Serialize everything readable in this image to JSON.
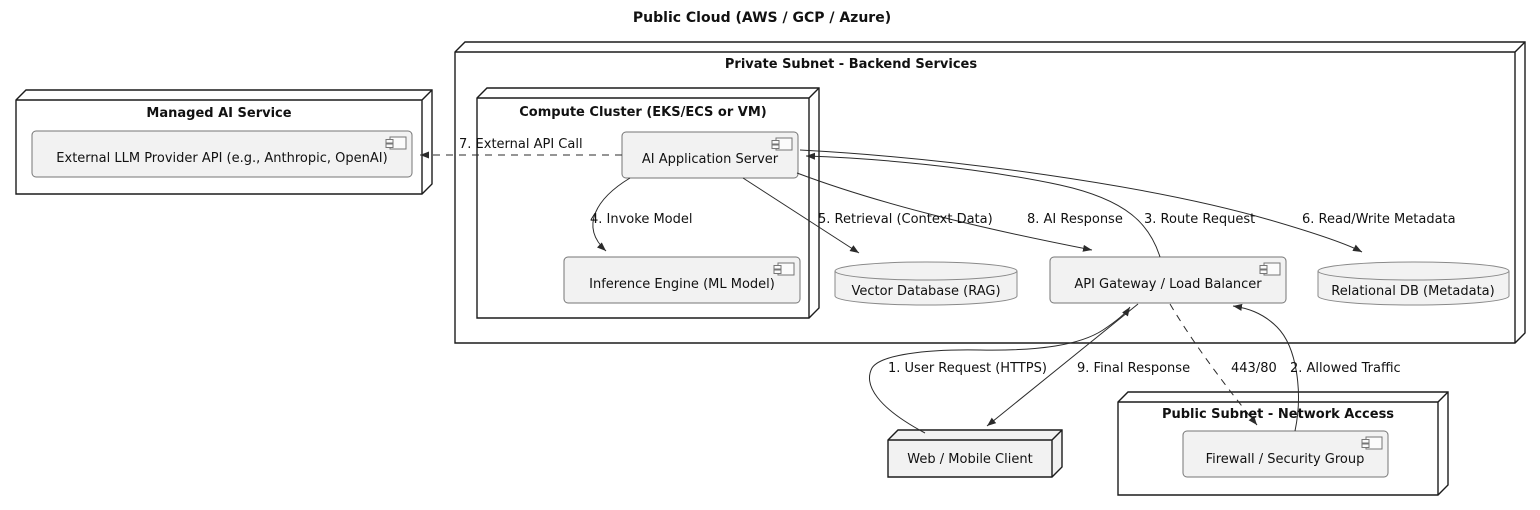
{
  "diagram": {
    "title": "Public Cloud (AWS / GCP / Azure)",
    "type": "deployment-architecture-diagram"
  },
  "nodes": {
    "managed_ai": {
      "label": "Managed AI Service"
    },
    "private_subnet": {
      "label": "Private Subnet - Backend Services"
    },
    "compute_cluster": {
      "label": "Compute Cluster (EKS/ECS or VM)"
    },
    "public_subnet": {
      "label": "Public Subnet - Network Access"
    },
    "web_client": {
      "label": "Web / Mobile Client"
    }
  },
  "components": {
    "llm_api": {
      "label": "External LLM Provider API (e.g., Anthropic, OpenAI)"
    },
    "app_server": {
      "label": "AI Application Server"
    },
    "inference": {
      "label": "Inference Engine (ML Model)"
    },
    "gateway": {
      "label": "API Gateway / Load Balancer"
    },
    "firewall": {
      "label": "Firewall / Security Group"
    }
  },
  "databases": {
    "vector_db": {
      "label": "Vector Database (RAG)"
    },
    "relational_db": {
      "label": "Relational DB (Metadata)"
    }
  },
  "edges": {
    "user_request": {
      "label": "1. User Request (HTTPS)",
      "style": "solid"
    },
    "allowed_traffic": {
      "label": "2. Allowed Traffic",
      "style": "solid"
    },
    "route_request": {
      "label": "3. Route Request",
      "style": "solid"
    },
    "invoke_model": {
      "label": "4. Invoke Model",
      "style": "solid"
    },
    "retrieval": {
      "label": "5. Retrieval (Context Data)",
      "style": "solid"
    },
    "read_write_metadata": {
      "label": "6. Read/Write Metadata",
      "style": "solid"
    },
    "external_api_call": {
      "label": "7. External API Call",
      "style": "dashed"
    },
    "ai_response": {
      "label": "8. AI Response",
      "style": "solid"
    },
    "final_response": {
      "label": "9. Final Response",
      "style": "solid"
    },
    "port": {
      "label": "443/80",
      "style": "dashed"
    }
  },
  "colors": {
    "background": "#ffffff",
    "component_fill": "#f2f2f2",
    "node_fill": "#ffffff",
    "node_stroke": "#1c1c1c",
    "component_stroke": "#767676",
    "arrow": "#2b2b2b",
    "text": "#111111"
  }
}
